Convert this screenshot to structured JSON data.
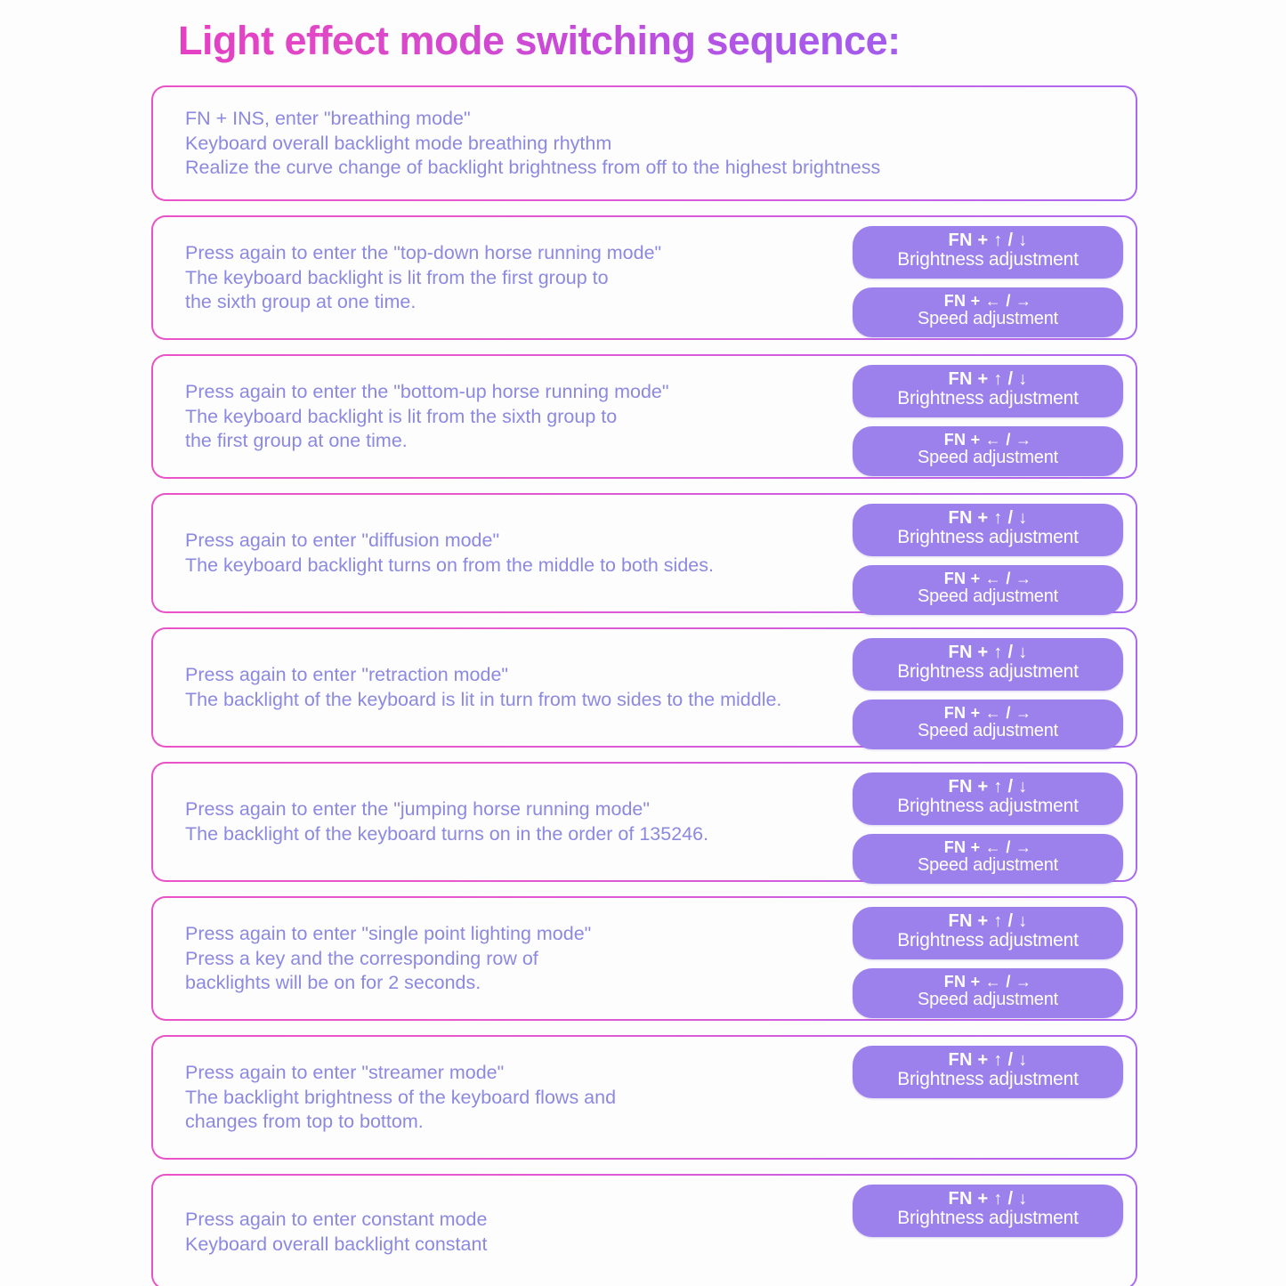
{
  "title": "Light effect mode switching sequence:",
  "colors": {
    "title_gradient_start": "#e63fc4",
    "title_gradient_end": "#a35cec",
    "card_border_start": "#ea53c8",
    "card_border_end": "#a96bf0",
    "body_text": "#8b89e0",
    "badge_bg": "#9c81ec",
    "badge_text": "#ffffff",
    "page_bg": "#fefdfe"
  },
  "badges": {
    "brightness": {
      "combo": "FN + ↑ / ↓",
      "label": "Brightness adjustment"
    },
    "speed": {
      "combo": "FN + ← / →",
      "label": "Speed adjustment"
    }
  },
  "cards": [
    {
      "lines": [
        "FN + INS, enter \"breathing mode\"",
        "Keyboard overall backlight mode breathing rhythm",
        "Realize the curve change of backlight brightness from off to the highest brightness"
      ],
      "badges": []
    },
    {
      "lines": [
        "Press again to enter the \"top-down horse running mode\"",
        "The keyboard backlight is lit from the first group to",
        "the sixth group at one time."
      ],
      "badges": [
        "brightness",
        "speed"
      ]
    },
    {
      "lines": [
        "Press again to enter the \"bottom-up horse running mode\"",
        "The keyboard backlight is lit from the sixth group to",
        "the first group at one time."
      ],
      "badges": [
        "brightness",
        "speed"
      ]
    },
    {
      "lines": [
        "Press again to enter \"diffusion mode\"",
        "The keyboard backlight turns on from the middle to both sides."
      ],
      "badges": [
        "brightness",
        "speed"
      ]
    },
    {
      "lines": [
        "Press again to enter \"retraction mode\"",
        "The backlight of the keyboard is lit in turn from two sides to the middle."
      ],
      "badges": [
        "brightness",
        "speed"
      ]
    },
    {
      "lines": [
        "Press again to enter the \"jumping horse running mode\"",
        "The backlight of the keyboard turns on in the order of 135246."
      ],
      "badges": [
        "brightness",
        "speed"
      ]
    },
    {
      "lines": [
        "Press again to enter \"single point lighting mode\"",
        "Press a key and the corresponding row of",
        "backlights will be on for 2 seconds."
      ],
      "badges": [
        "brightness",
        "speed"
      ]
    },
    {
      "lines": [
        "Press again to enter \"streamer mode\"",
        "The backlight brightness of the keyboard flows and",
        "changes from top to bottom."
      ],
      "badges": [
        "brightness"
      ]
    },
    {
      "lines": [
        "Press again to enter constant mode",
        "Keyboard overall backlight constant"
      ],
      "badges": [
        "brightness"
      ]
    }
  ]
}
